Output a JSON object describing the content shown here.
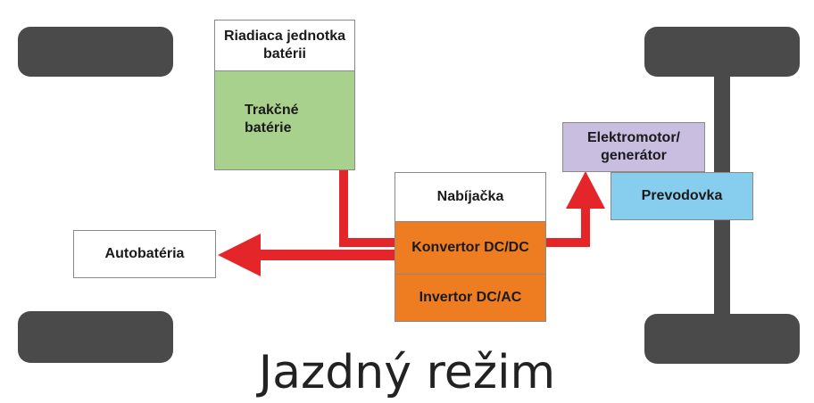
{
  "blocks": {
    "bms": "Riadiaca jednotka batérii",
    "traction_battery": "Trakčné batérie",
    "charger": "Nabíjačka",
    "dcdc": "Konvertor DC/DC",
    "dcac": "Invertor DC/AC",
    "aux_battery": "Autobatéria",
    "motor": "Elektromotor/ generátor",
    "gearbox": "Prevodovka"
  },
  "mode_title": "Jazdný režim",
  "colors": {
    "traction_battery": "#a9d18e",
    "converter": "#ee7d22",
    "motor": "#c9bde0",
    "gearbox": "#87cdee",
    "arrow": "#e4262a",
    "wheel": "#4a4a4a"
  }
}
